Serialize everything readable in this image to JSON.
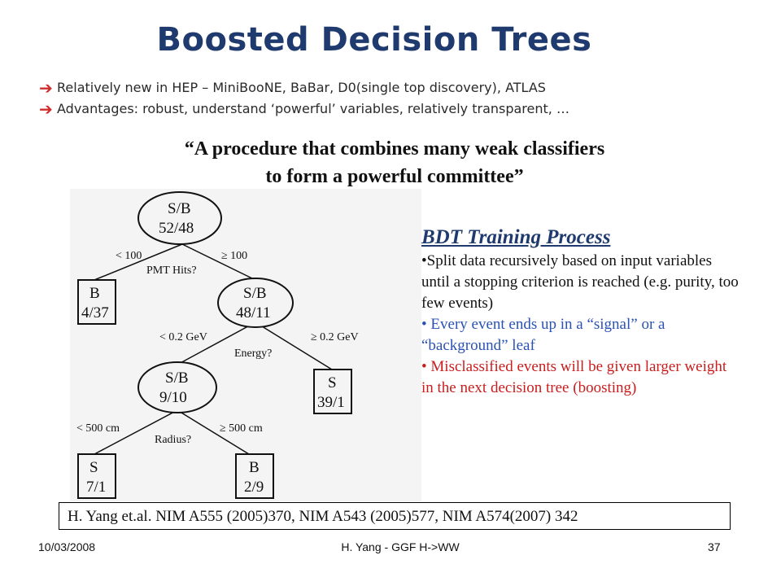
{
  "slide": {
    "title": "Boosted Decision Trees",
    "bullets": [
      {
        "icon": "right-arrow-icon",
        "text": "Relatively new in HEP – MiniBooNE, BaBar, D0(single top discovery), ATLAS"
      },
      {
        "icon": "right-arrow-icon",
        "text": "Advantages: robust, understand ‘powerful’ variables, relatively transparent, …"
      }
    ],
    "quote_line1": "“A procedure that combines many weak classifiers",
    "quote_line2": "to form a powerful committee”",
    "tree": {
      "nodes": {
        "root": [
          "S/B",
          "52/48"
        ],
        "leaf_b1": [
          "B",
          "4/37"
        ],
        "node2": [
          "S/B",
          "48/11"
        ],
        "node3": [
          "S/B",
          "9/10"
        ],
        "leaf_s1": [
          "S",
          "39/1"
        ],
        "leaf_s2": [
          "S",
          "7/1"
        ],
        "leaf_b2": [
          "B",
          "2/9"
        ]
      },
      "edges": {
        "pmt_left": "< 100",
        "pmt_right": "≥ 100",
        "pmt_var": "PMT Hits?",
        "energy_left": "< 0.2 GeV",
        "energy_right": "≥ 0.2 GeV",
        "energy_var": "Energy?",
        "radius_left": "< 500 cm",
        "radius_right": "≥ 500 cm",
        "radius_var": "Radius?"
      }
    },
    "bdt": {
      "title": "BDT Training Process",
      "item1": "•Split data recursively based  on input variables until a  stopping criterion is reached (e.g. purity, too few events)",
      "item2": "• Every event ends up in a “signal” or a “background” leaf",
      "item3": "• Misclassified events will be given larger weight in the next decision tree (boosting)"
    },
    "reference": "H. Yang et.al. NIM A555 (2005)370, NIM A543 (2005)577, NIM A574(2007) 342",
    "footer": {
      "date": "10/03/2008",
      "center": "H. Yang - GGF H->WW",
      "page": "37"
    }
  }
}
